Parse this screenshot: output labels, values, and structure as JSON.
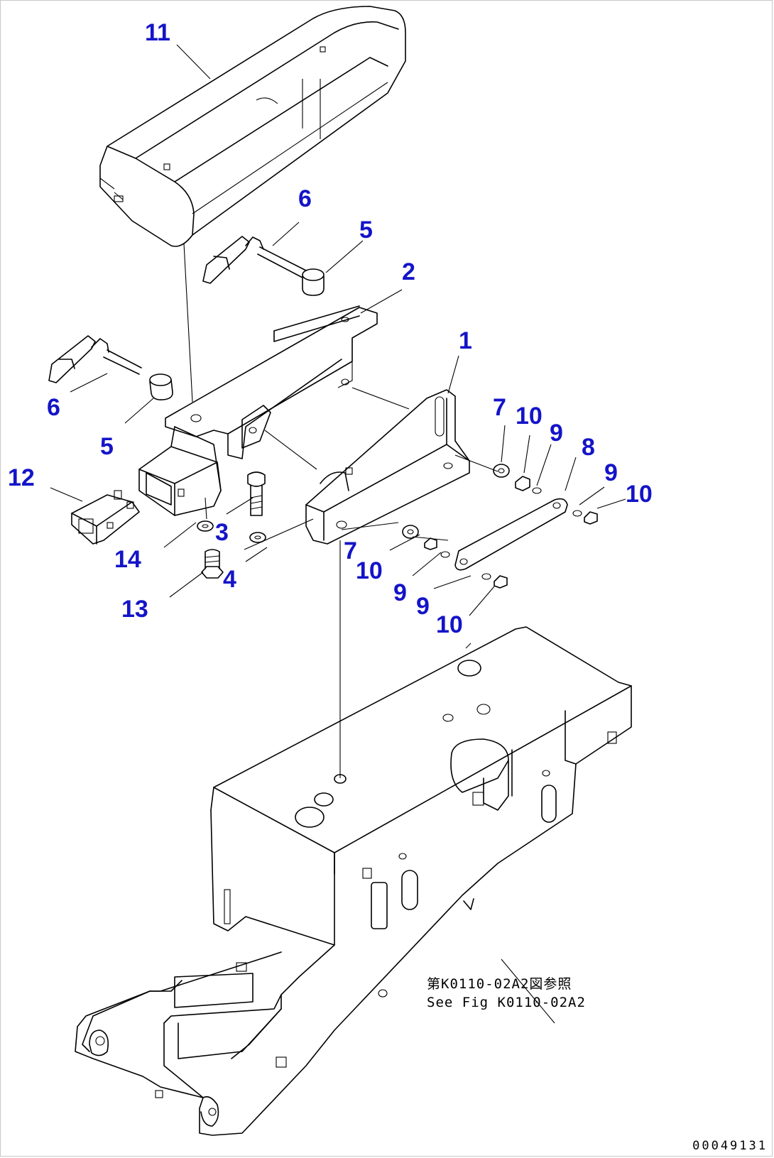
{
  "diagram": {
    "callouts": [
      {
        "id": "c11",
        "label": "11"
      },
      {
        "id": "c6a",
        "label": "6"
      },
      {
        "id": "c5a",
        "label": "5"
      },
      {
        "id": "c2",
        "label": "2"
      },
      {
        "id": "c1",
        "label": "1"
      },
      {
        "id": "c6b",
        "label": "6"
      },
      {
        "id": "c5b",
        "label": "5"
      },
      {
        "id": "c7a",
        "label": "7"
      },
      {
        "id": "c10a",
        "label": "10"
      },
      {
        "id": "c9a",
        "label": "9"
      },
      {
        "id": "c8",
        "label": "8"
      },
      {
        "id": "c9b",
        "label": "9"
      },
      {
        "id": "c10b",
        "label": "10"
      },
      {
        "id": "c12",
        "label": "12"
      },
      {
        "id": "c3",
        "label": "3"
      },
      {
        "id": "c14",
        "label": "14"
      },
      {
        "id": "c4",
        "label": "4"
      },
      {
        "id": "c7b",
        "label": "7"
      },
      {
        "id": "c10c",
        "label": "10"
      },
      {
        "id": "c9c",
        "label": "9"
      },
      {
        "id": "c13",
        "label": "13"
      },
      {
        "id": "c9d",
        "label": "9"
      },
      {
        "id": "c10d",
        "label": "10"
      }
    ],
    "reference_note": {
      "line1": "第K0110-02A2図参照",
      "line2": "See Fig K0110-02A2"
    },
    "drawing_code": "00049131",
    "callout_color": "#1414c8"
  }
}
